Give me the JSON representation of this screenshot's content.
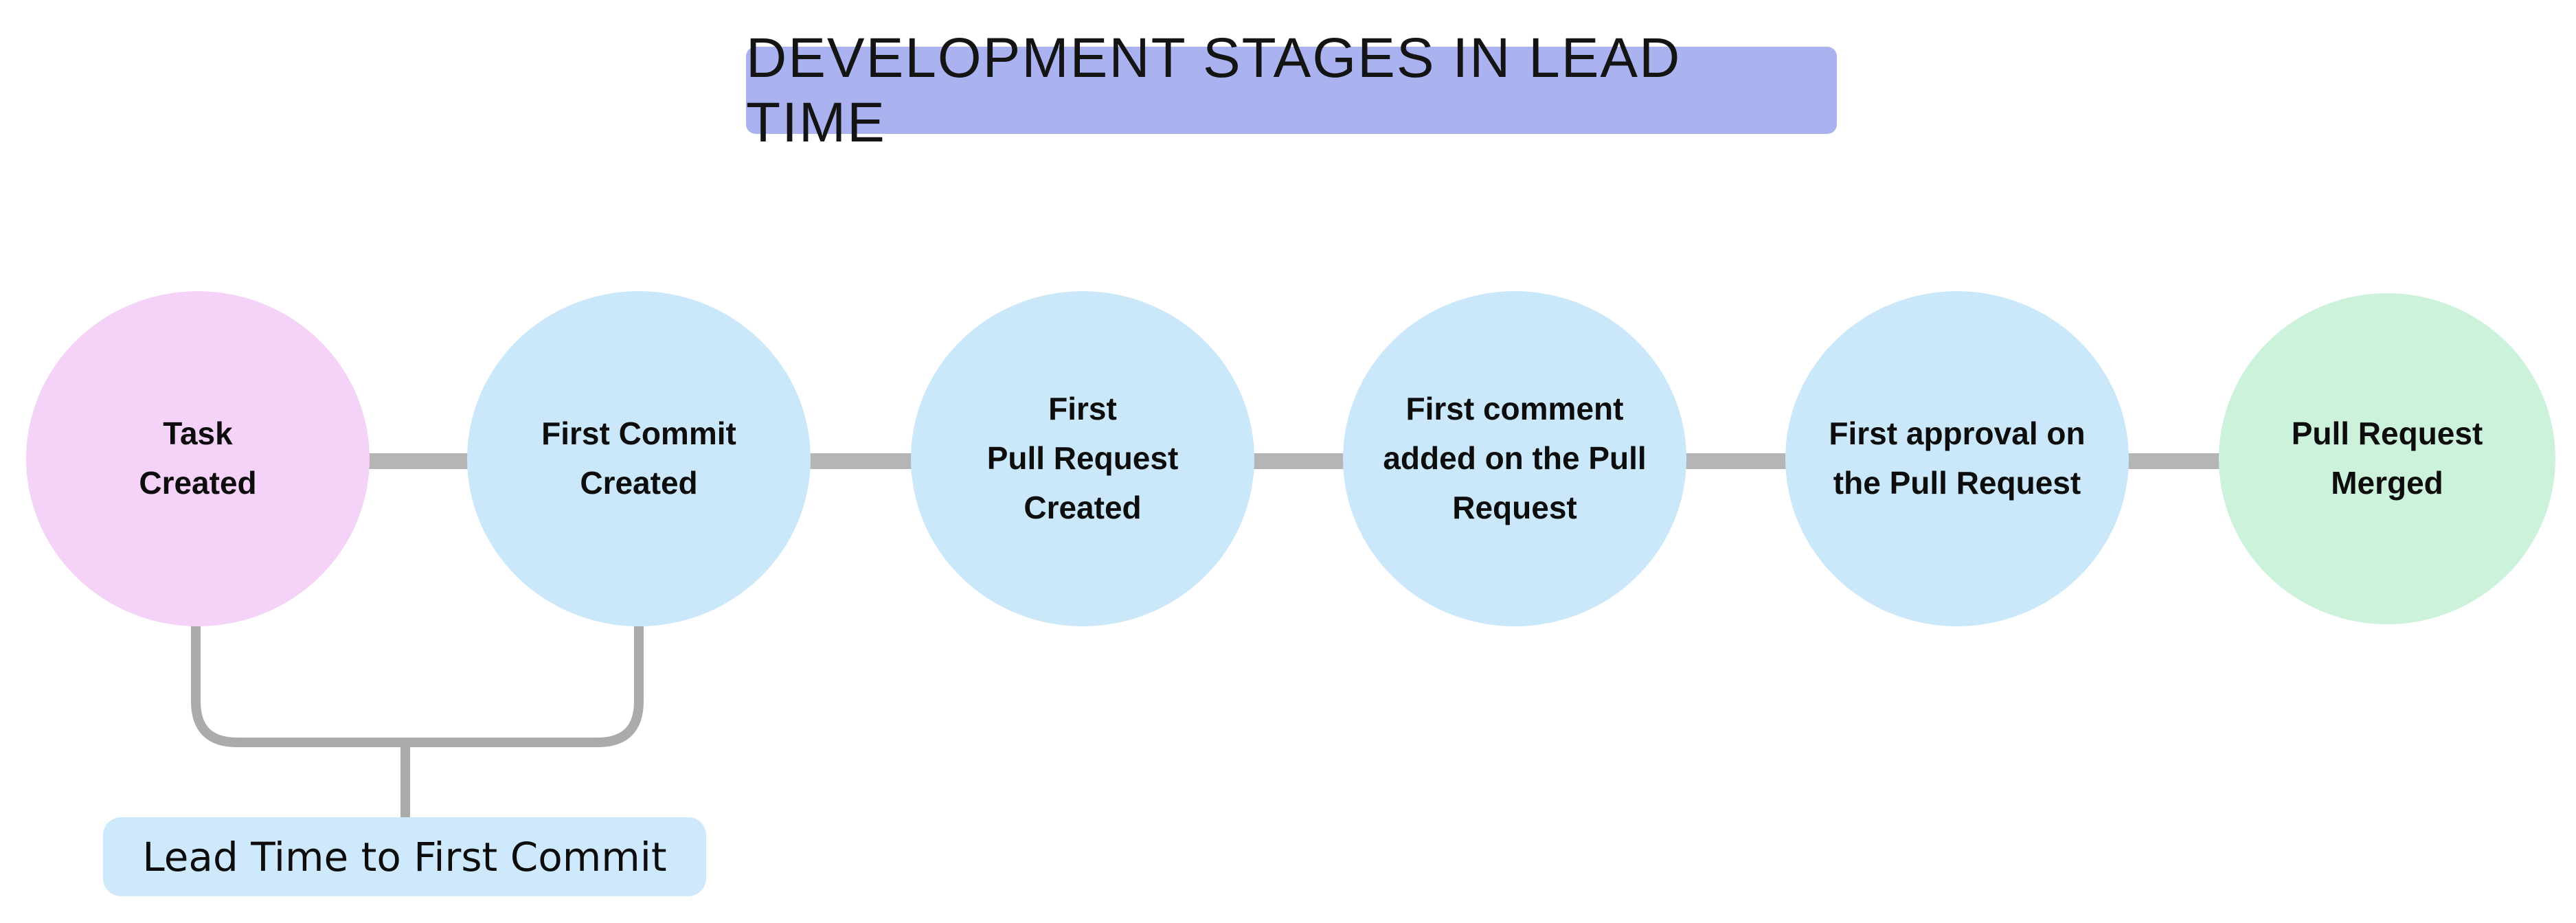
{
  "title": {
    "text": "DEVELOPMENT STAGES IN LEAD TIME",
    "bg": "#aab3f0"
  },
  "flow": {
    "stages": [
      {
        "label": "Task\nCreated",
        "fill": "#f5d3f8"
      },
      {
        "label": "First Commit\nCreated",
        "fill": "#cae8fa"
      },
      {
        "label": "First\nPull Request\nCreated",
        "fill": "#cae8fa"
      },
      {
        "label": "First comment\nadded on the Pull\nRequest",
        "fill": "#cae8fa"
      },
      {
        "label": "First approval on\nthe Pull Request",
        "fill": "#cae8fa"
      },
      {
        "label": "Pull Request\nMerged",
        "fill": "#ccf2db"
      }
    ]
  },
  "annotation": {
    "label": "Lead Time to First Commit",
    "bg": "#cde9fb"
  },
  "colors": {
    "background": "#ffffff",
    "connector": "#b5b5b5",
    "bracket": "#ababab",
    "text": "#101010"
  }
}
